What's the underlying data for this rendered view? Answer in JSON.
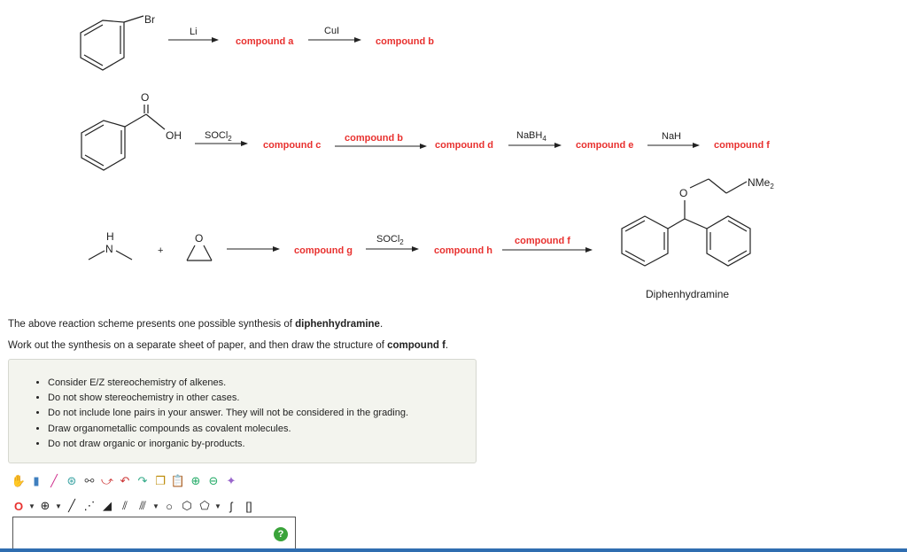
{
  "scheme": {
    "row1": {
      "reagent1": "Li",
      "product1": "compound a",
      "reagent2": "CuI",
      "product2": "compound b"
    },
    "row2": {
      "reagent1": "SOCl2",
      "product1": "compound c",
      "reagent2": "compound b",
      "product2": "compound d",
      "reagent3": "NaBH4",
      "product3": "compound e",
      "reagent4": "NaH",
      "product4": "compound f"
    },
    "row3": {
      "reagent1": "SOCl2",
      "product1": "compound g",
      "product2": "compound h",
      "reagent2": "compound f"
    },
    "atoms": {
      "br": "Br",
      "o": "O",
      "oh": "OH",
      "h": "H",
      "n": "N",
      "nme2": "NMe2",
      "plus": "+"
    },
    "target_label": "Diphenhydramine"
  },
  "prompt": {
    "line1_pre": "The above reaction scheme presents one possible synthesis of ",
    "line1_bold": "diphenhydramine",
    "line1_post": ".",
    "line2_pre": "Work out the synthesis on a separate sheet of paper, and then draw the structure of ",
    "line2_bold": "compound f",
    "line2_post": "."
  },
  "notes": [
    "Consider E/Z stereochemistry of alkenes.",
    "Do not show stereochemistry in other cases.",
    "Do not include lone pairs in your answer. They will not be considered in the grading.",
    "Draw organometallic compounds as covalent molecules.",
    "Do not draw organic or inorganic by-products."
  ],
  "editor": {
    "atom_selector": "O",
    "charge_symbol": "⊕",
    "help": "?",
    "colors": {
      "accent": "#e8312f",
      "help": "#3aa33a",
      "bar": "#2f6db0"
    }
  }
}
